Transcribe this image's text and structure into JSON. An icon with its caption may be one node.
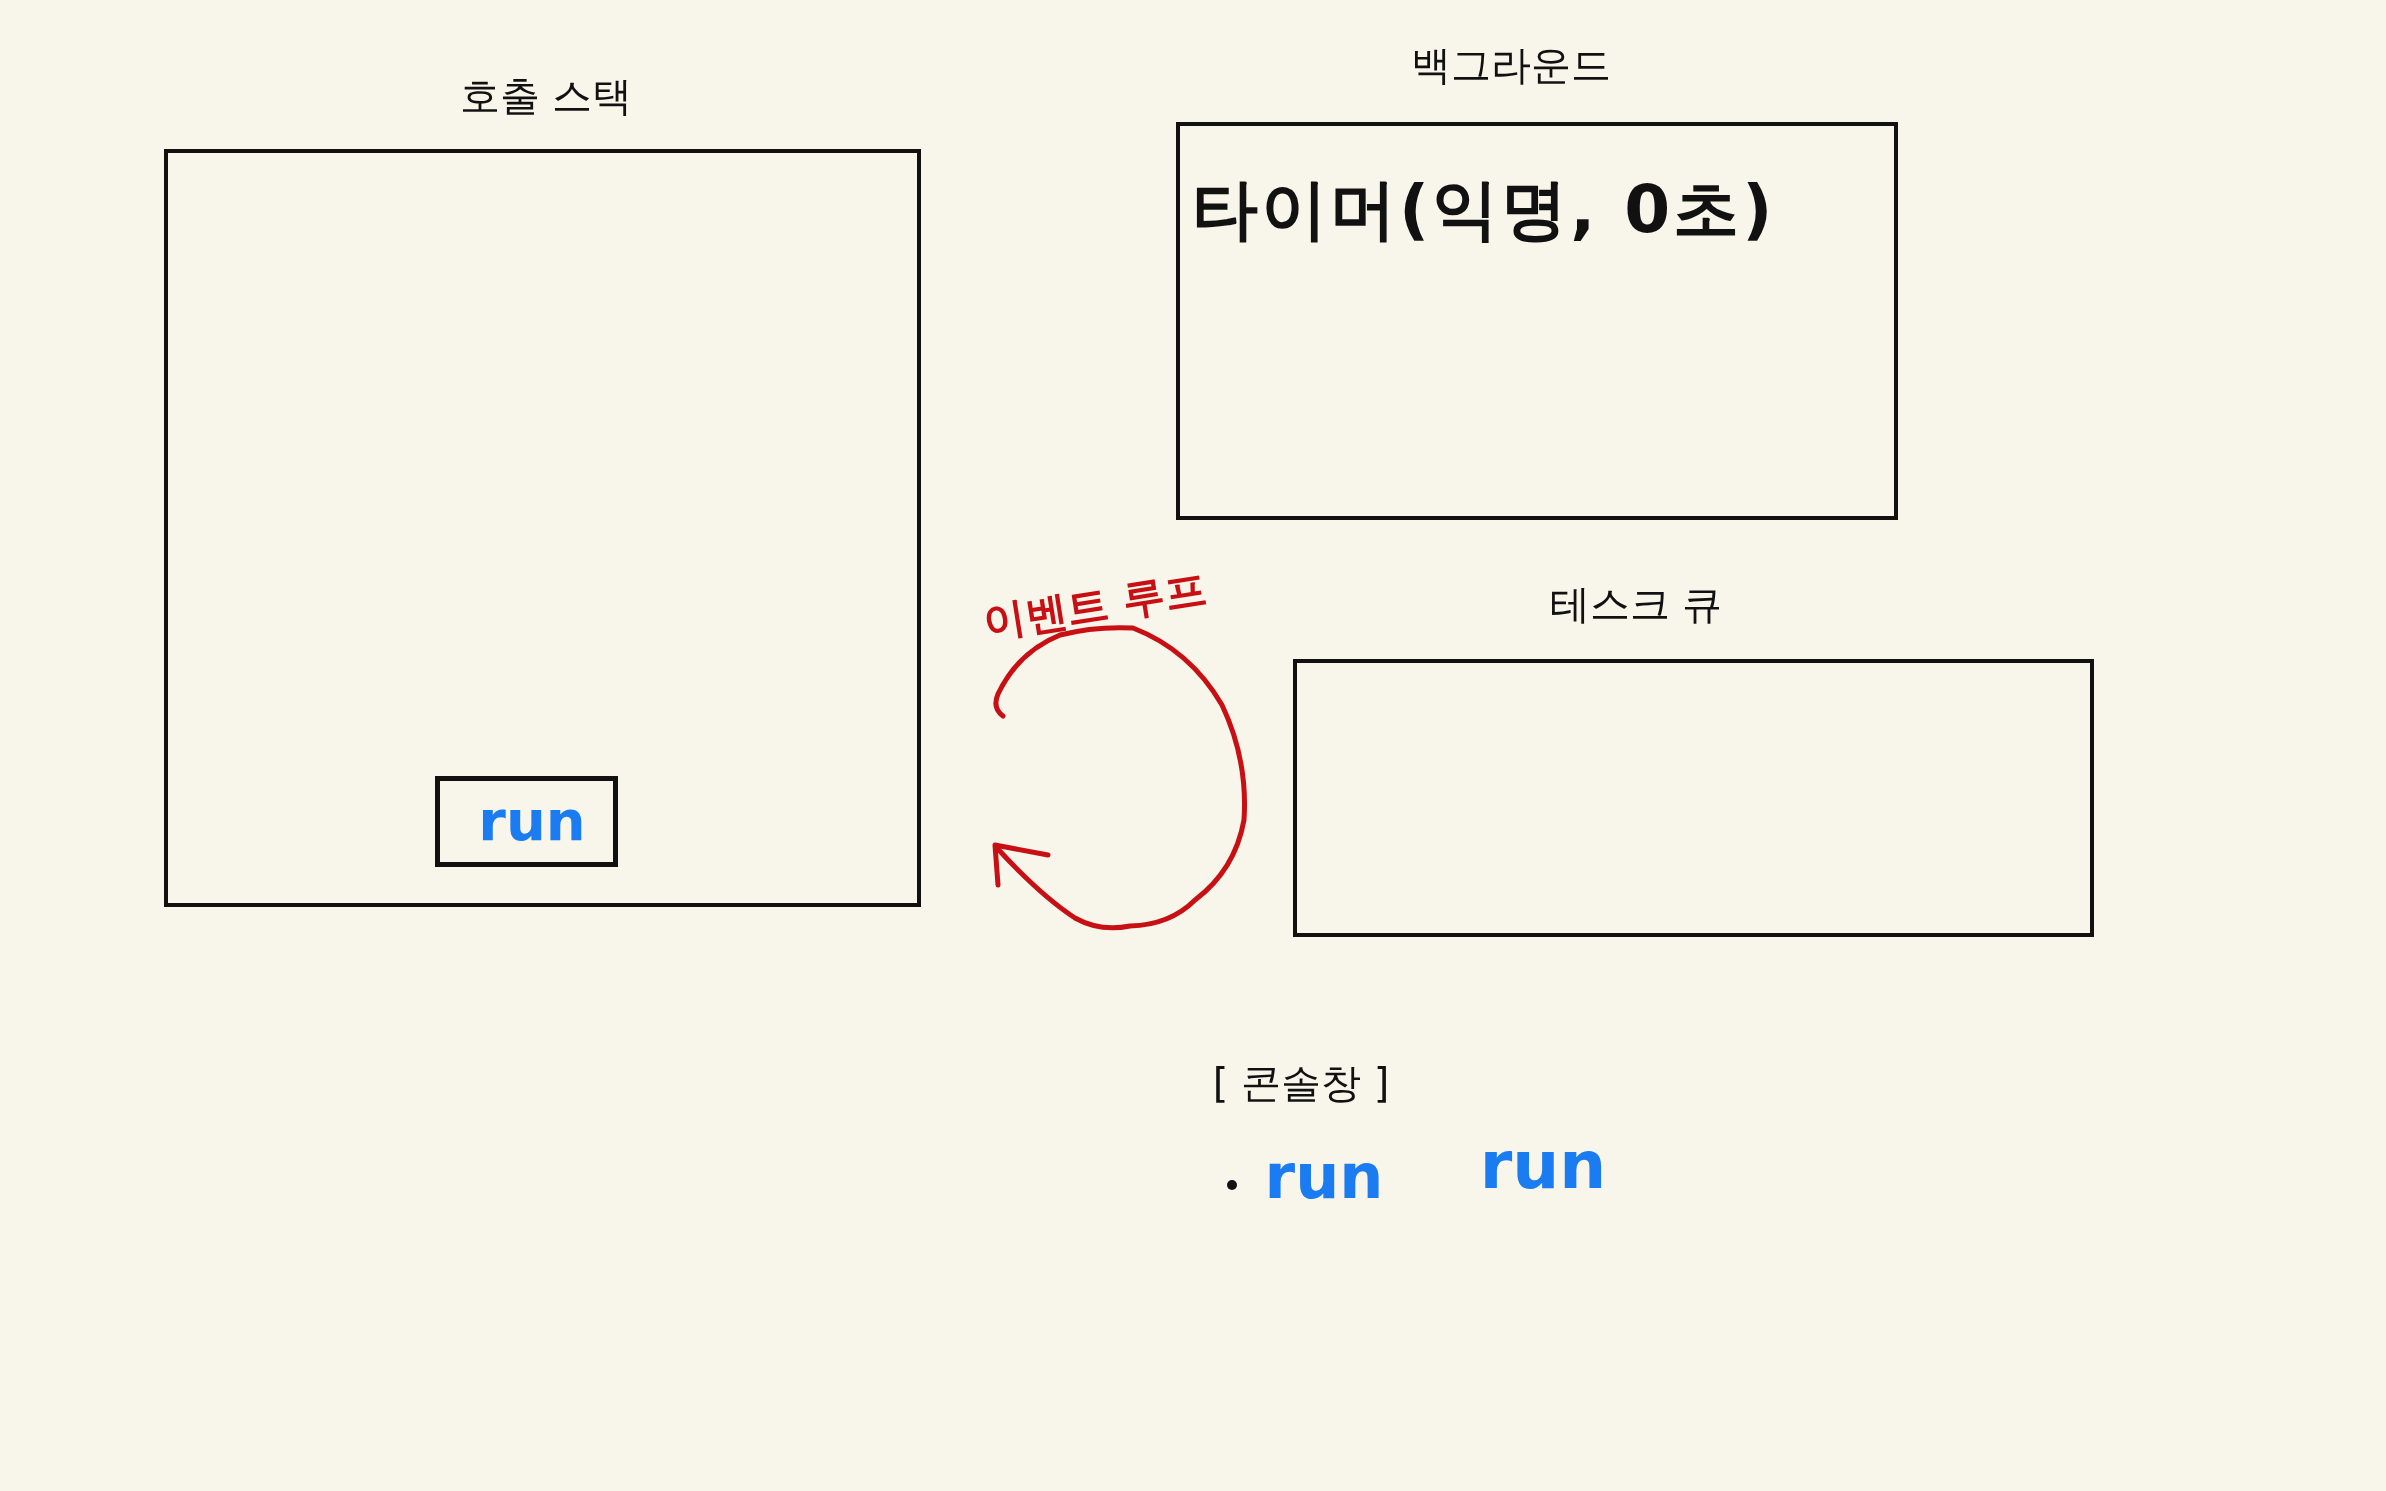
{
  "diagram": {
    "nodes": [
      {
        "text": [
          "호출 스택"
        ]
      },
      {
        "text": [
          "run"
        ],
        "in": 0
      },
      {
        "text": [
          "백그라운드",
          "타이머(익명, 0초)"
        ]
      },
      {
        "text": [
          "테스크 큐"
        ]
      }
    ],
    "labels": [
      "이벤트 루프",
      "[ 콘솔창 ]",
      "run",
      "run"
    ]
  }
}
